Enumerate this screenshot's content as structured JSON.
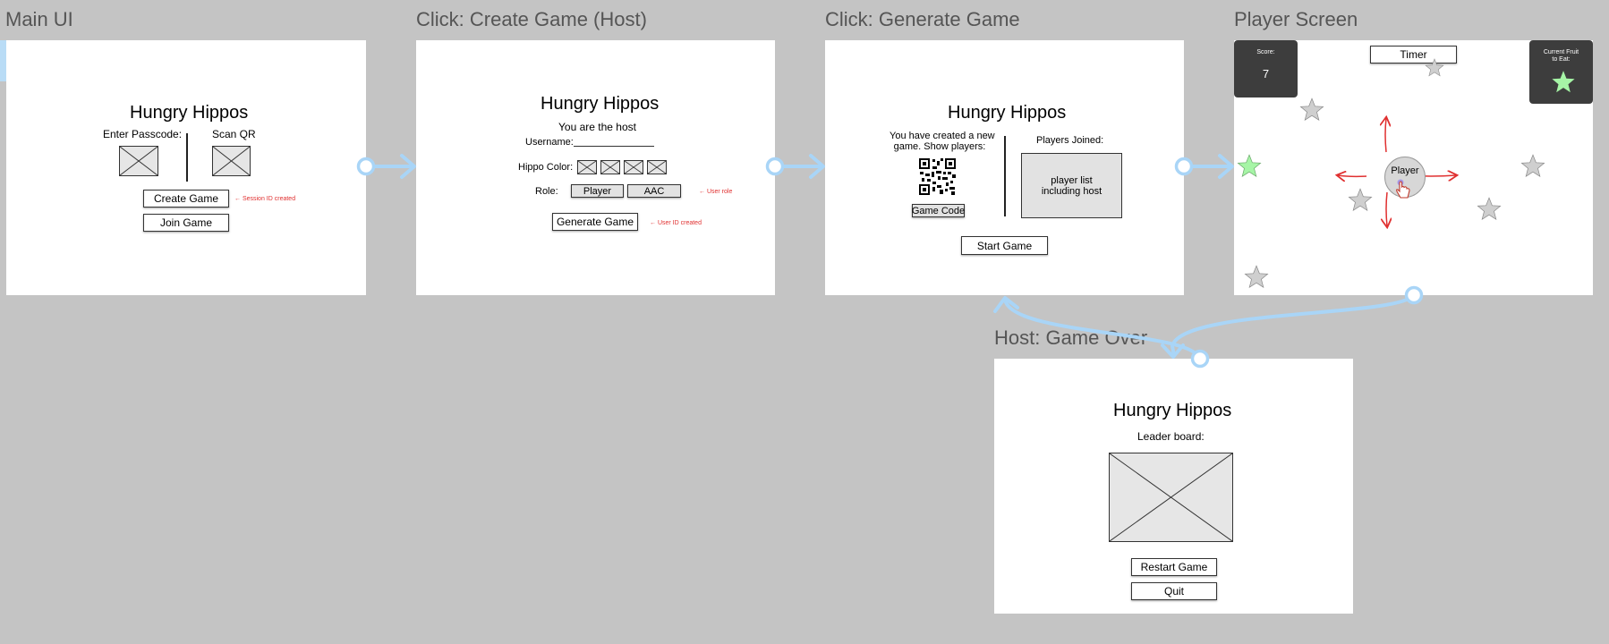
{
  "frames": {
    "main": {
      "title": "Main UI",
      "app_title": "Hungry Hippos",
      "passcode_label": "Enter Passcode:",
      "scan_label": "Scan QR",
      "create_button": "Create Game",
      "join_button": "Join Game",
      "session_note": "← Session ID created"
    },
    "create": {
      "title": "Click: Create Game (Host)",
      "app_title": "Hungry Hippos",
      "host_text": "You are the host",
      "username_label": "Username:",
      "color_label": "Hippo Color:",
      "role_label": "Role:",
      "role_options": [
        "Player",
        "AAC"
      ],
      "role_note": "← User role",
      "generate_button": "Generate Game",
      "user_note": "← User ID created"
    },
    "generate": {
      "title": "Click: Generate Game",
      "app_title": "Hungry Hippos",
      "created_text_1": "You have created a new",
      "created_text_2": "game. Show players:",
      "code_button": "Game Code",
      "players_joined_label": "Players Joined:",
      "player_list_1": "player list",
      "player_list_2": "including host",
      "start_button": "Start Game"
    },
    "player": {
      "title": "Player Screen",
      "score_label": "Score:",
      "score_value": "7",
      "timer_label": "Timer",
      "fruit_label_1": "Current Fruit",
      "fruit_label_2": "to Eat:",
      "player_label": "Player"
    },
    "gameover": {
      "title": "Host: Game Over",
      "app_title": "Hungry Hippos",
      "leaderboard_label": "Leader board:",
      "restart_button": "Restart Game",
      "quit_button": "Quit"
    }
  },
  "colors": {
    "canvas": "#c4c4c4",
    "connector": "#a9d5f7",
    "annotation": "#e03030",
    "fruit": "#a6f5a6",
    "star": "#cfcfcf",
    "panel": "#3d3d3d"
  },
  "icons": {
    "star": "star-icon",
    "qr": "qr-code-icon",
    "hand": "hand-cursor-icon",
    "arrow": "arrow-icon"
  }
}
